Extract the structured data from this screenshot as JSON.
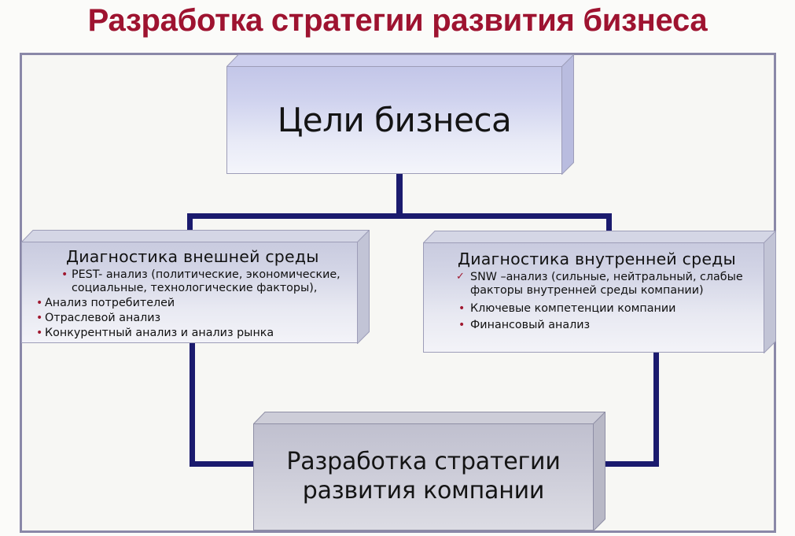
{
  "title": "Разработка стратегии развития бизнеса",
  "colors": {
    "title": "#9e1330",
    "connector": "#1b1b6e",
    "bullet": "#a0182f",
    "frame_border": "#8a88a8",
    "box_fill_top": "#c5c8ea",
    "box_fill_bottom": "#dcdce4"
  },
  "boxes": {
    "goals": {
      "label": "Цели бизнеса"
    },
    "external": {
      "heading": "Диагностика внешней среды",
      "items": [
        {
          "marker": "bullet-dot",
          "marker_glyph": "•",
          "text": "PEST- анализ (политические, экономические, социальные, технологические факторы),"
        },
        {
          "marker": "bullet-dot",
          "marker_glyph": "•",
          "text": "Анализ потребителей"
        },
        {
          "marker": "bullet-dot",
          "marker_glyph": "•",
          "text": "Отраслевой анализ"
        },
        {
          "marker": "bullet-dot",
          "marker_glyph": "•",
          "text": "Конкурентный анализ и анализ рынка"
        }
      ]
    },
    "internal": {
      "heading": "Диагностика внутренней среды",
      "items": [
        {
          "marker": "check-mark",
          "marker_glyph": "✓",
          "text": "SNW –анализ (сильные, нейтральный, слабые факторы внутренней среды компании)"
        },
        {
          "marker": "bullet-dot",
          "marker_glyph": "•",
          "text": "Ключевые компетенции компании"
        },
        {
          "marker": "bullet-dot",
          "marker_glyph": "•",
          "text": "Финансовый анализ"
        }
      ]
    },
    "strategy": {
      "line1": "Разработка стратегии",
      "line2": "развития компании"
    }
  }
}
